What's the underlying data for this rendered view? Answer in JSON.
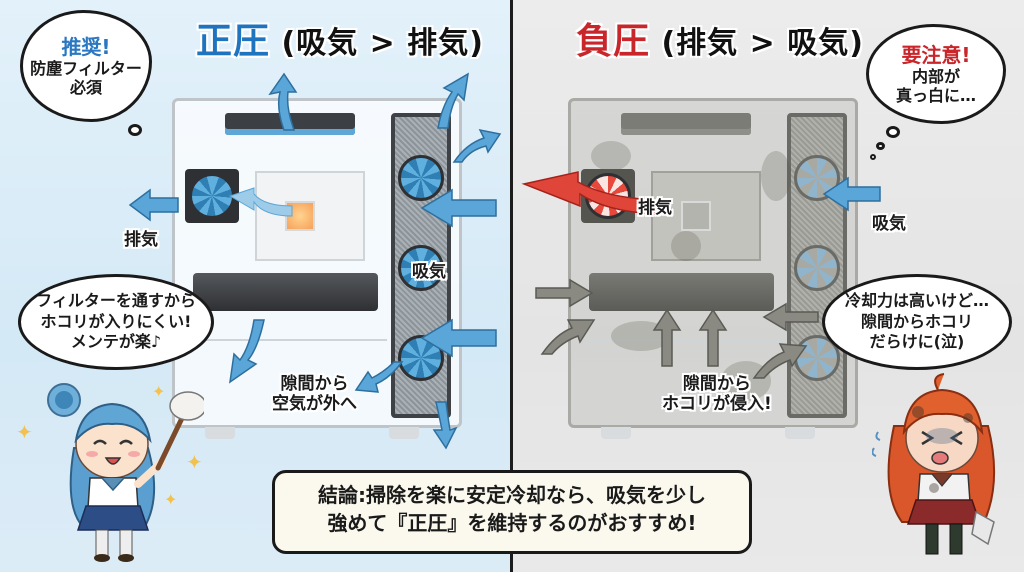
{
  "left_panel": {
    "title_big": "正圧",
    "title_sub": "(吸気 > 排気)",
    "title_color": "#1f74c0",
    "background": "#dcecf7",
    "thought_bubble": {
      "headline": "推奨!",
      "headline_color": "#2a78c2",
      "lines": [
        "防塵フィルター",
        "必須"
      ]
    },
    "labels": {
      "exhaust": "排気",
      "intake": "吸気",
      "leak": [
        "隙間から",
        "空気が外へ"
      ]
    },
    "speech_bubble": {
      "lines": [
        "フィルターを通すから",
        "ホコリが入りにくい!",
        "メンテが楽♪"
      ]
    },
    "arrow_color": "#5aa6d8",
    "fan_color": "#5fb0de",
    "character": "happy-blue-hair-girl-with-feather-duster"
  },
  "right_panel": {
    "title_big": "負圧",
    "title_sub": "(排気 > 吸気)",
    "title_color": "#c8262a",
    "background": "#e6e6e6",
    "thought_bubble": {
      "headline": "要注意!",
      "headline_color": "#c8262a",
      "lines": [
        "内部が",
        "真っ白に…"
      ]
    },
    "labels": {
      "exhaust": "排気",
      "intake": "吸気",
      "leak": [
        "隙間から",
        "ホコリが侵入!"
      ]
    },
    "speech_bubble": {
      "lines": [
        "冷却力は高いけど…",
        "隙間からホコリ",
        "だらけに(泣)"
      ]
    },
    "exhaust_arrow_color": "#e0453a",
    "intake_arrow_color": "#5aa6d8",
    "dust_arrow_color": "#8a8a82",
    "fan_color": "#e6483b",
    "character": "crying-red-hair-girl-covered-in-dust"
  },
  "conclusion": {
    "lines": [
      "結論:掃除を楽に安定冷却なら、吸気を少し",
      "強めて『正圧』を維持するのがおすすめ!"
    ]
  }
}
